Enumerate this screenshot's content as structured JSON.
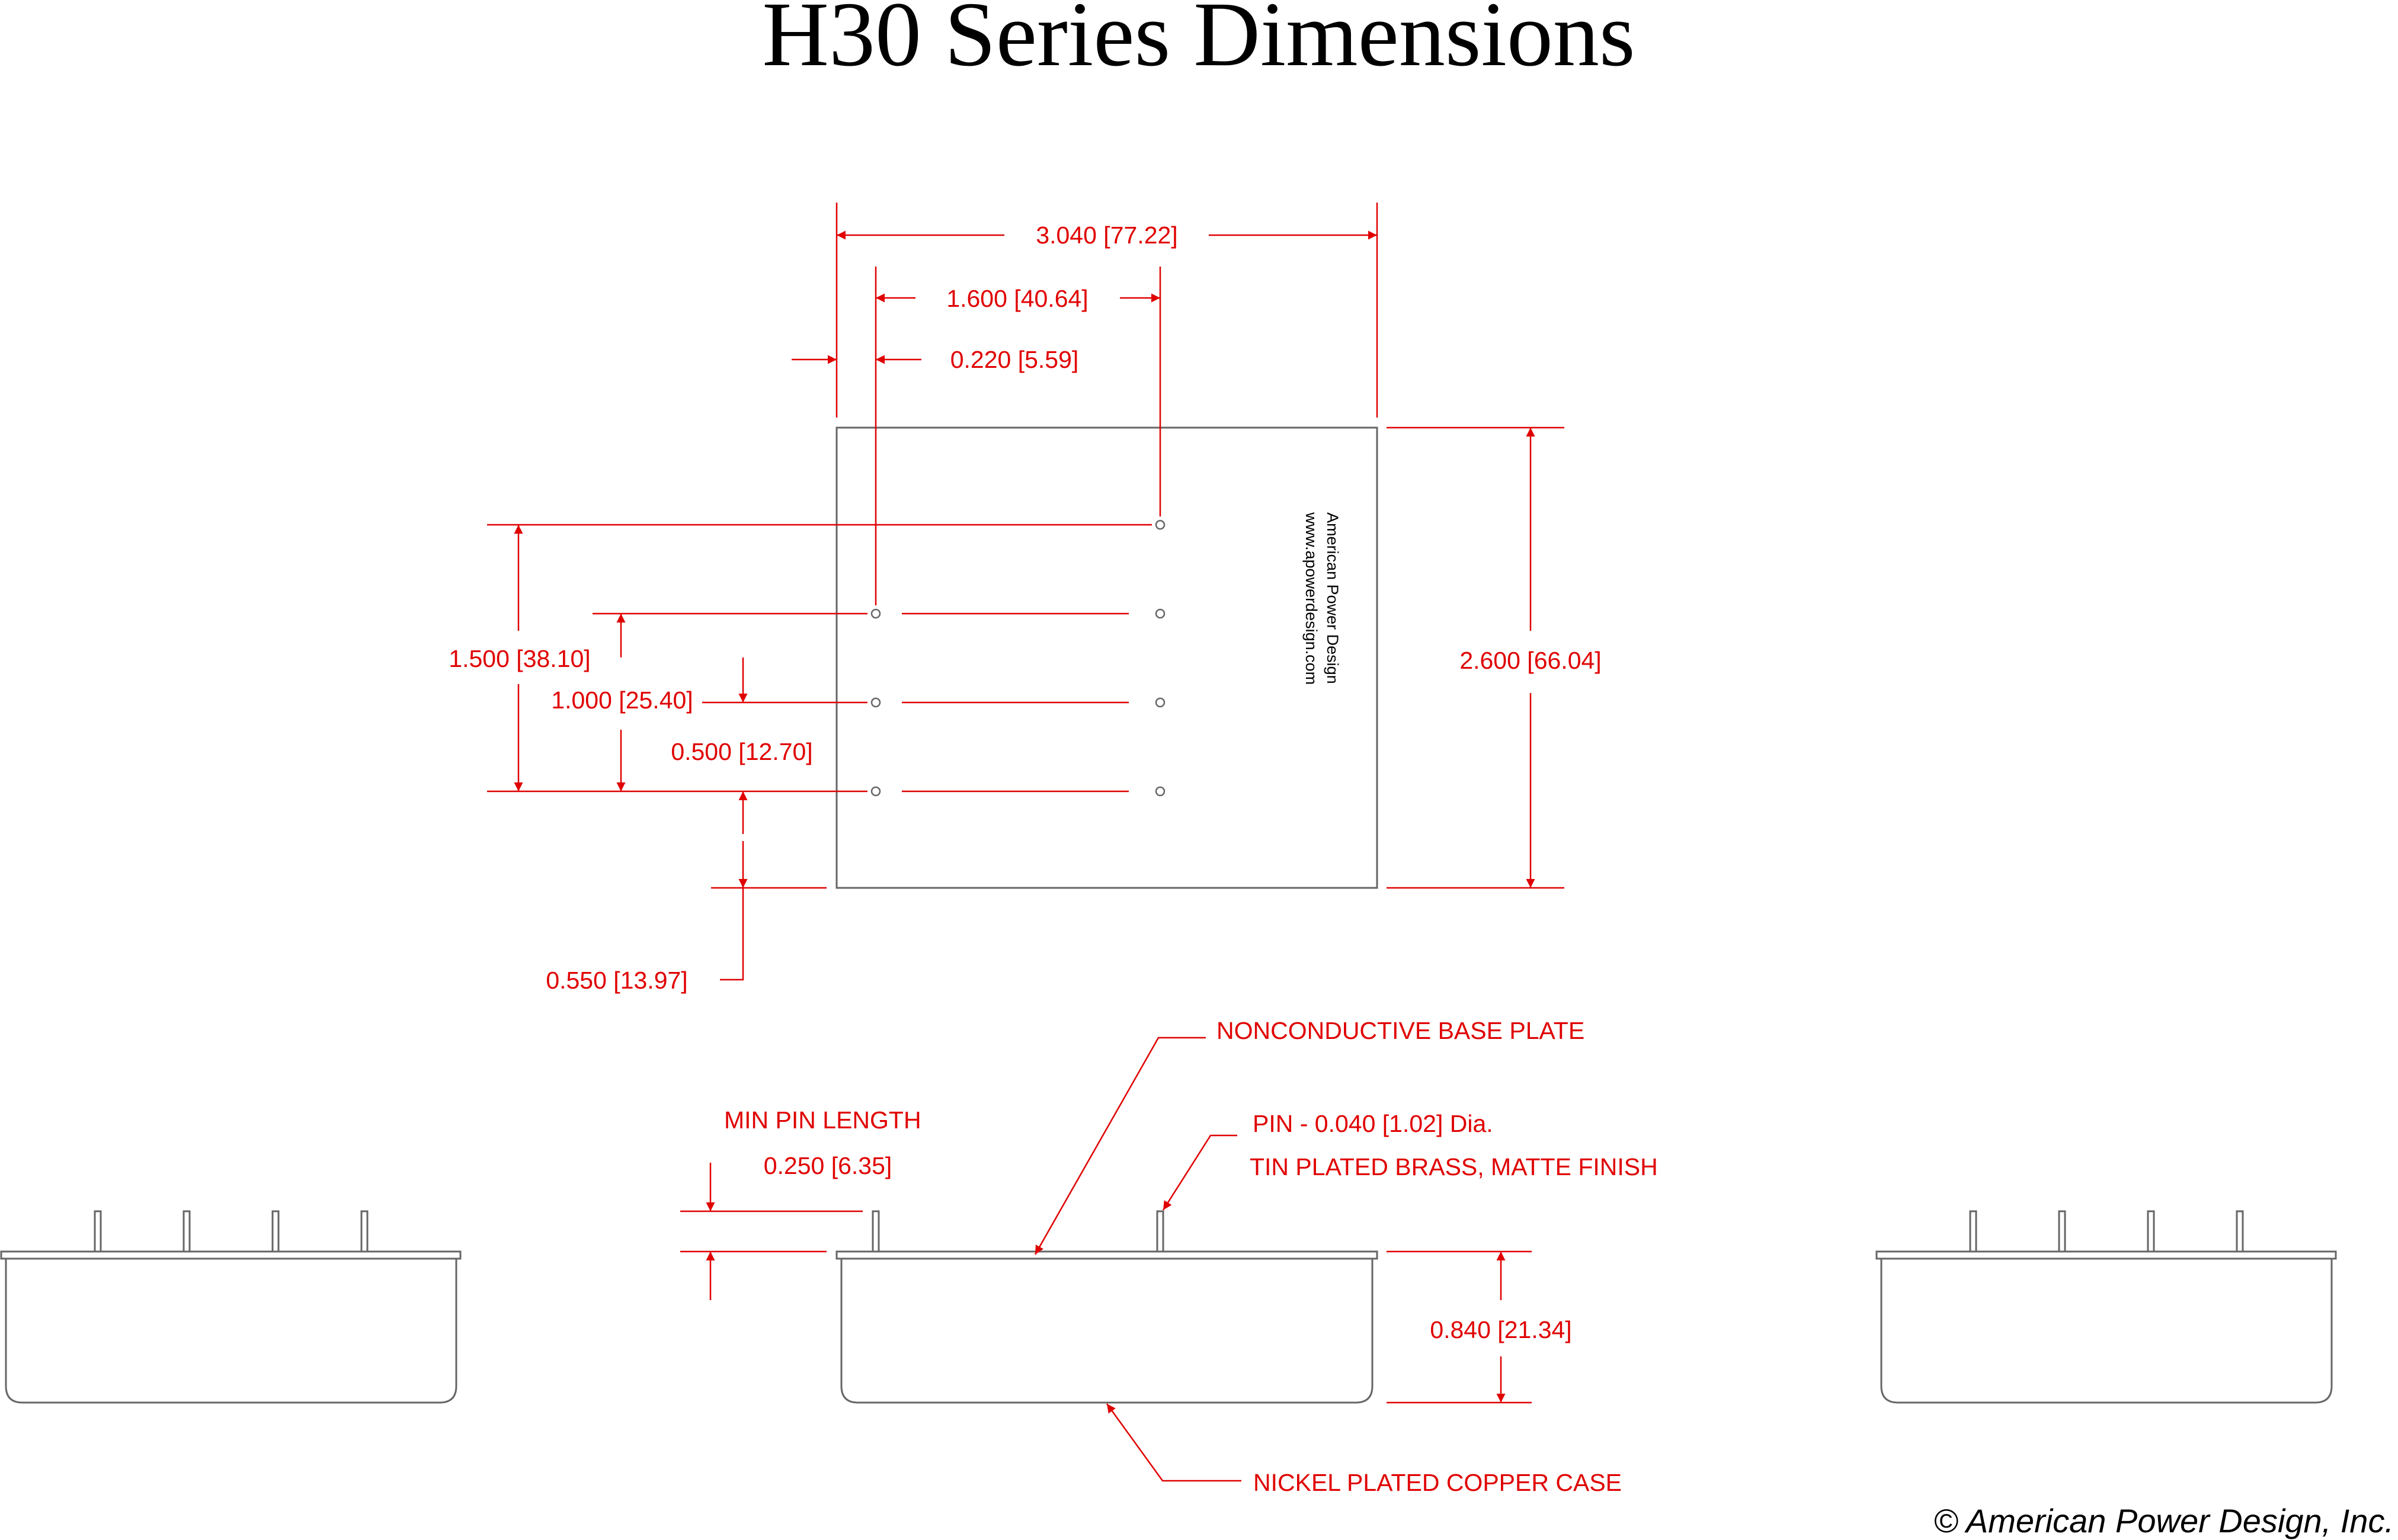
{
  "title": "H30 Series Dimensions",
  "dimensions": {
    "overall_width": "3.040 [77.22]",
    "pin_row_spacing": "1.600 [40.64]",
    "pin_edge_offset": "0.220 [5.59]",
    "overall_height": "2.600 [66.04]",
    "pin_span_150": "1.500 [38.10]",
    "pin_span_100": "1.000 [25.40]",
    "pin_span_050": "0.500 [12.70]",
    "pin_bottom_offset": "0.550 [13.97]",
    "case_height": "0.840 [21.34]",
    "pin_length": "0.250 [6.35]"
  },
  "callouts": {
    "base_plate": "NONCONDUCTIVE BASE PLATE",
    "min_pin_length": "MIN PIN LENGTH",
    "pin_spec_1": "PIN -  0.040 [1.02] Dia.",
    "pin_spec_2": "TIN PLATED BRASS, MATTE FINISH",
    "case": "NICKEL PLATED COPPER CASE"
  },
  "module_marking": {
    "line1": "American Power Design",
    "line2": "www.apowerdesign.com"
  },
  "copyright": "© American Power Design, Inc.",
  "colors": {
    "dimension": "#e00000",
    "outline": "#666666",
    "text": "#000000"
  }
}
